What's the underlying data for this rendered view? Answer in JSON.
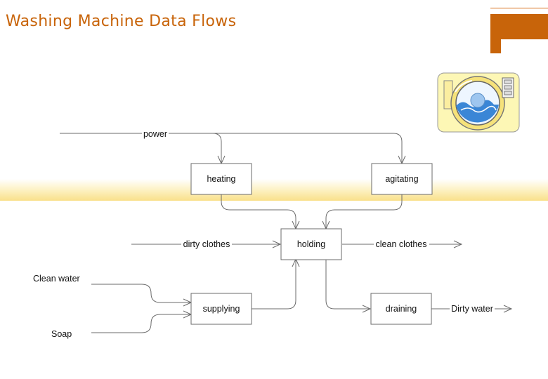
{
  "title": "Washing Machine Data Flows",
  "nodes": {
    "heating": "heating",
    "agitating": "agitating",
    "holding": "holding",
    "supplying": "supplying",
    "draining": "draining"
  },
  "flows": {
    "power": "power",
    "dirty_clothes": "dirty clothes",
    "clean_clothes": "clean clothes",
    "clean_water": "Clean water",
    "soap": "Soap",
    "dirty_water": "Dirty water"
  },
  "colors": {
    "accent": "#c8640a",
    "band": "#f9e08a",
    "line": "#6b6b6b"
  },
  "icons": [
    "washing-machine-icon"
  ]
}
